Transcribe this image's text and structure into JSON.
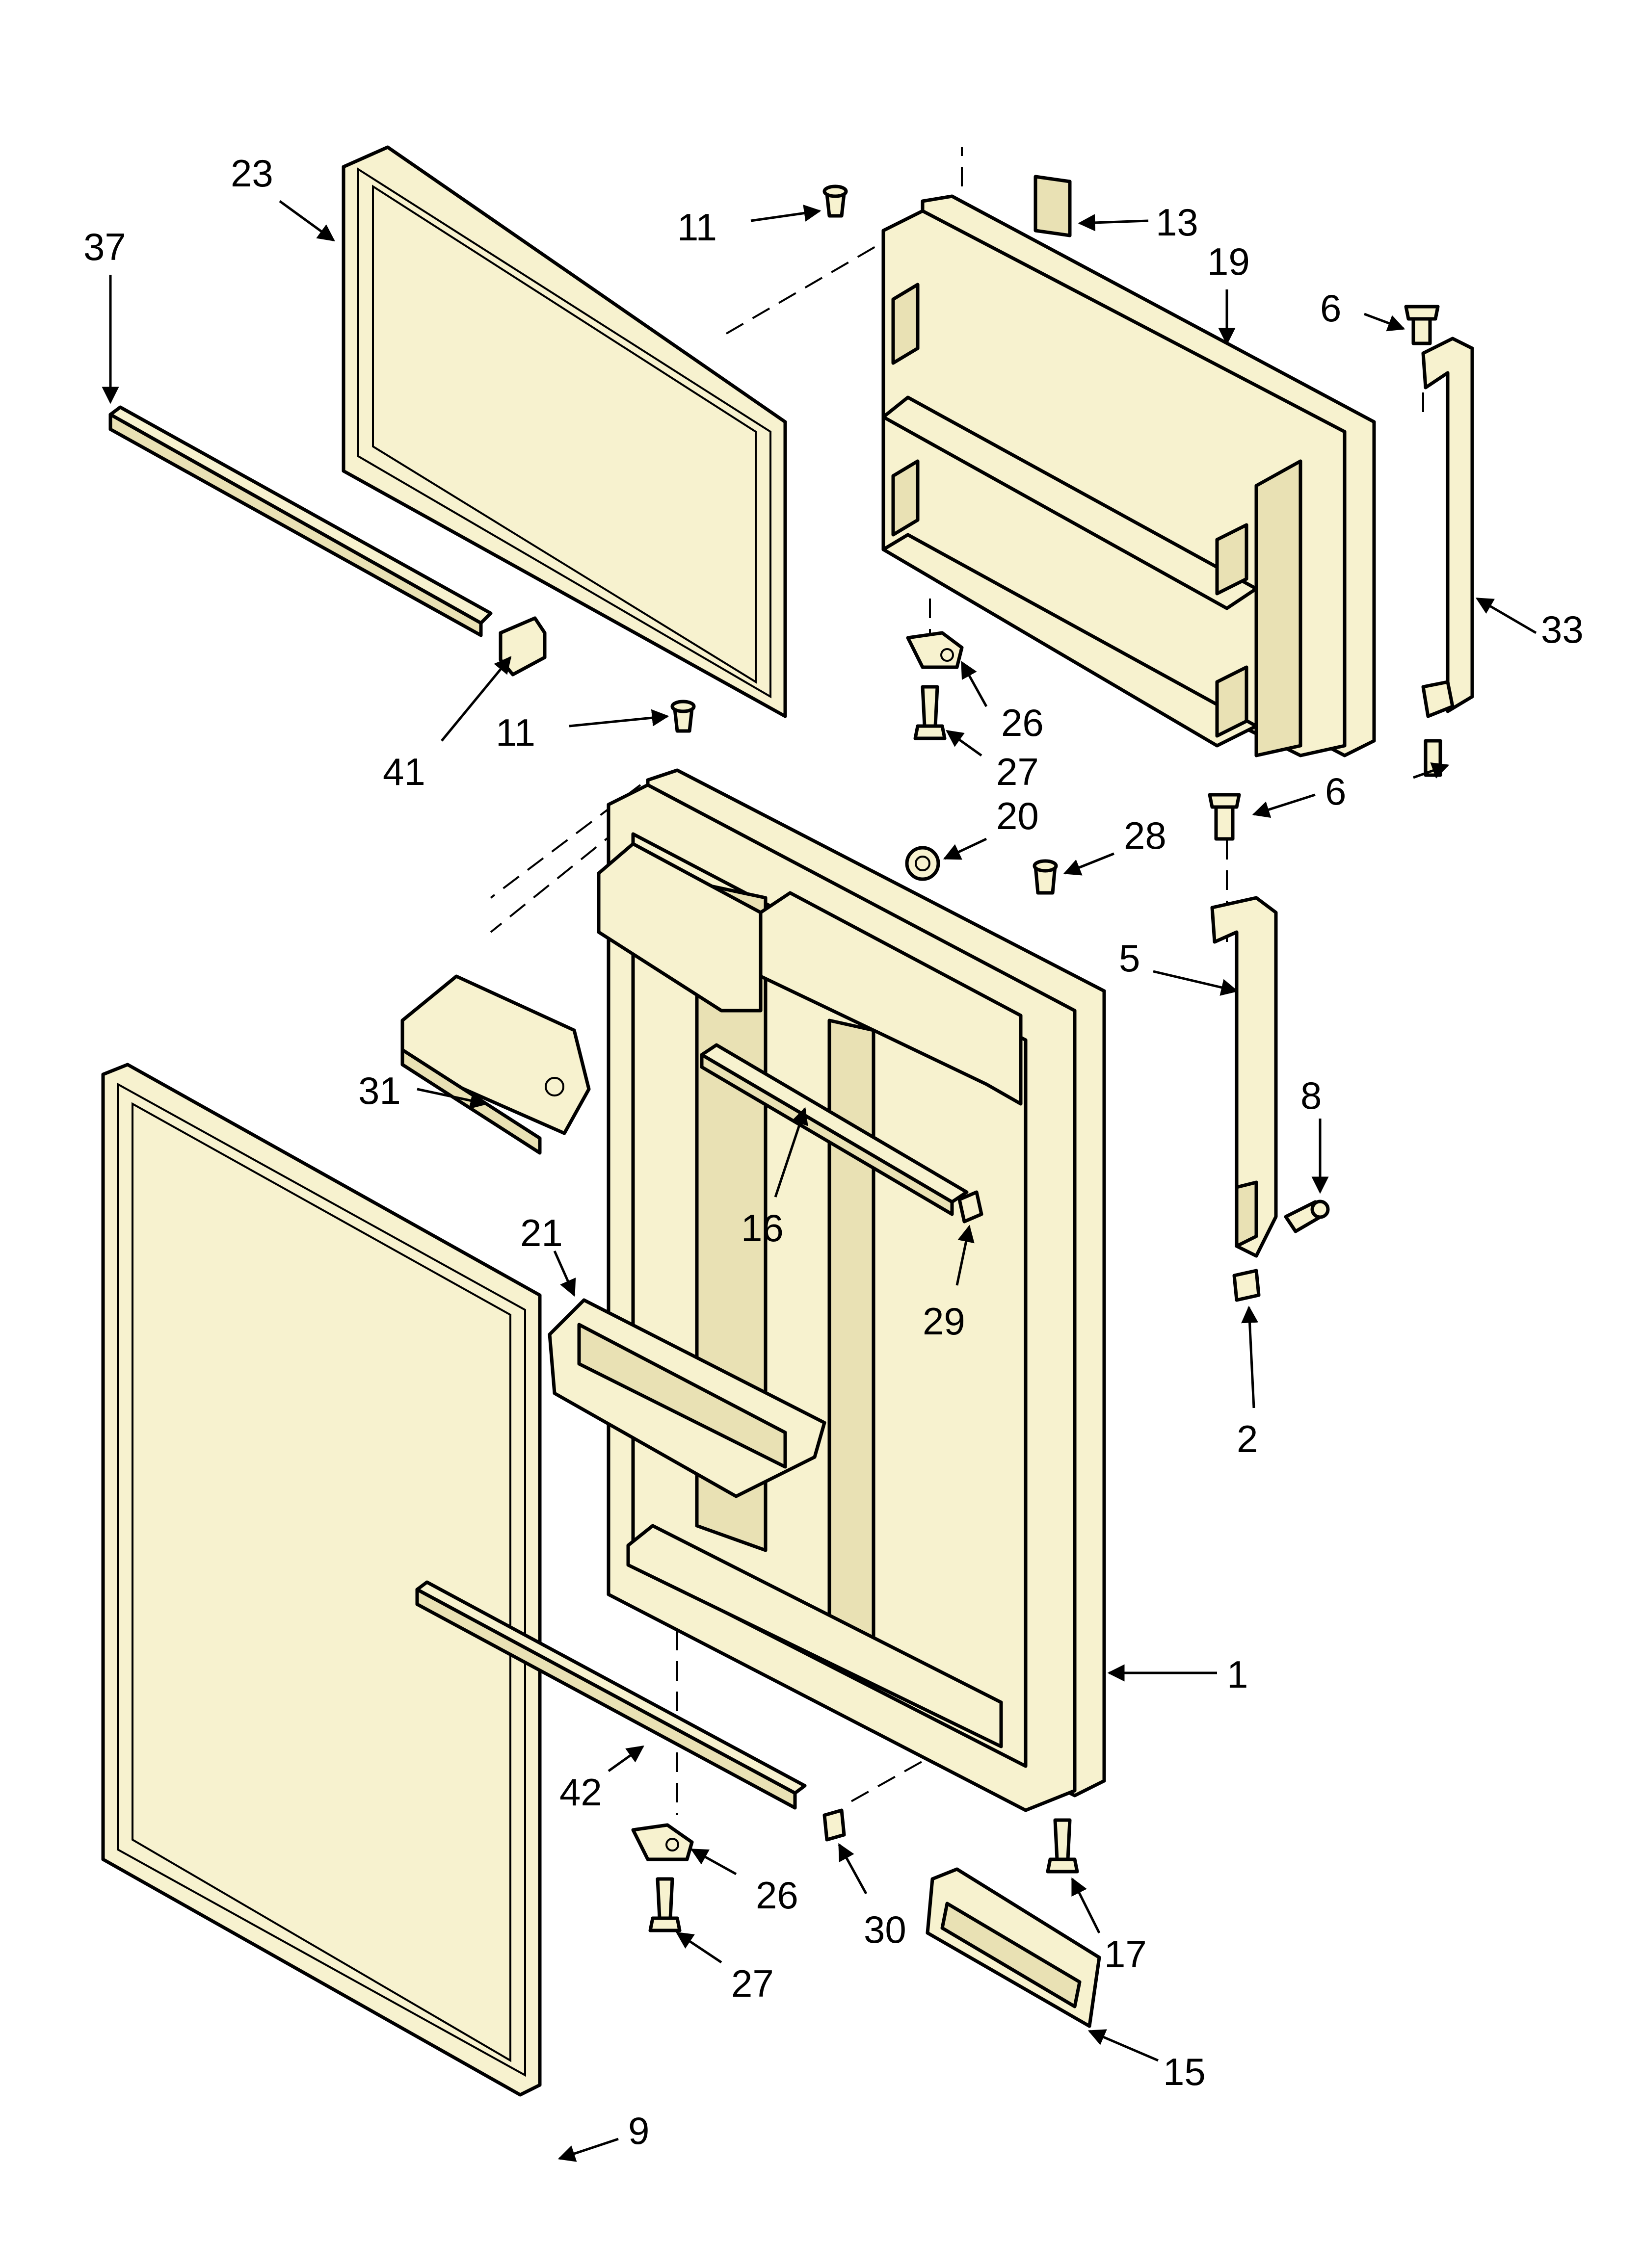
{
  "diagram": {
    "background": "#ffffff",
    "part_fill": "#f7f2cf",
    "callouts": [
      {
        "id": "c23",
        "label": "23"
      },
      {
        "id": "c37",
        "label": "37"
      },
      {
        "id": "c11a",
        "label": "11"
      },
      {
        "id": "c13",
        "label": "13"
      },
      {
        "id": "c19",
        "label": "19"
      },
      {
        "id": "c6a",
        "label": "6"
      },
      {
        "id": "c33",
        "label": "33"
      },
      {
        "id": "c26a",
        "label": "26"
      },
      {
        "id": "c27a",
        "label": "27"
      },
      {
        "id": "c41",
        "label": "41"
      },
      {
        "id": "c11b",
        "label": "11"
      },
      {
        "id": "c6b",
        "label": "6"
      },
      {
        "id": "c20",
        "label": "20"
      },
      {
        "id": "c28",
        "label": "28"
      },
      {
        "id": "c5",
        "label": "5"
      },
      {
        "id": "c31",
        "label": "31"
      },
      {
        "id": "c8",
        "label": "8"
      },
      {
        "id": "c16",
        "label": "16"
      },
      {
        "id": "c21",
        "label": "21"
      },
      {
        "id": "c29",
        "label": "29"
      },
      {
        "id": "c2",
        "label": "2"
      },
      {
        "id": "c1",
        "label": "1"
      },
      {
        "id": "c42",
        "label": "42"
      },
      {
        "id": "c26b",
        "label": "26"
      },
      {
        "id": "c30",
        "label": "30"
      },
      {
        "id": "c17",
        "label": "17"
      },
      {
        "id": "c27b",
        "label": "27"
      },
      {
        "id": "c15",
        "label": "15"
      },
      {
        "id": "c9",
        "label": "9"
      }
    ]
  }
}
